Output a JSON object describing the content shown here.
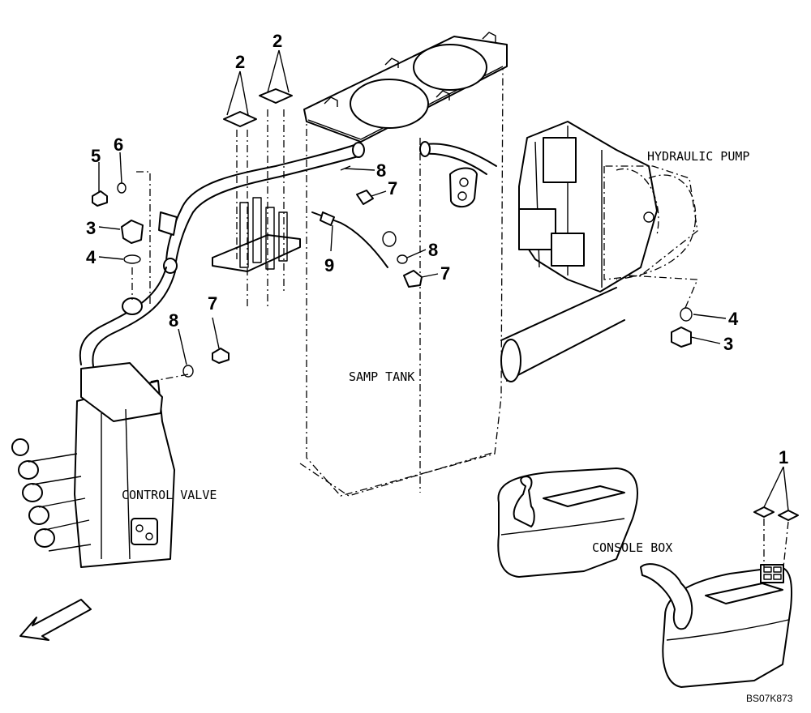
{
  "labels": {
    "hydraulic_pump": "HYDRAULIC PUMP",
    "samp_tank": "SAMP TANK",
    "control_valve": "CONTROL VALVE",
    "console_box": "CONSOLE BOX",
    "drawing_code": "BS07K873"
  },
  "callouts": {
    "c1": "1",
    "c2a": "2",
    "c2b": "2",
    "c3a": "3",
    "c3b": "3",
    "c4a": "4",
    "c4b": "4",
    "c5": "5",
    "c6": "6",
    "c7a": "7",
    "c7b": "7",
    "c7c": "7",
    "c8a": "8",
    "c8b": "8",
    "c8c": "8",
    "c9": "9"
  }
}
